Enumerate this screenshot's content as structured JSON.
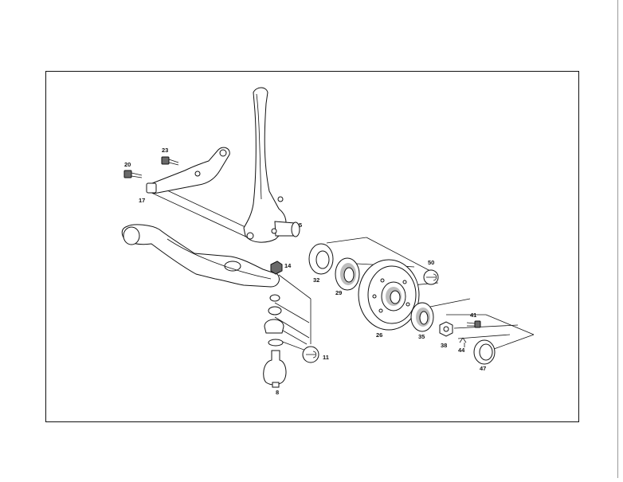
{
  "callouts": [
    "20",
    "23",
    "17",
    "5",
    "14",
    "32",
    "29",
    "50",
    "26",
    "35",
    "41",
    "38",
    "44",
    "47",
    "11",
    "8"
  ],
  "icons": {
    "tool_symbol": "wrench-in-circle-icon"
  }
}
